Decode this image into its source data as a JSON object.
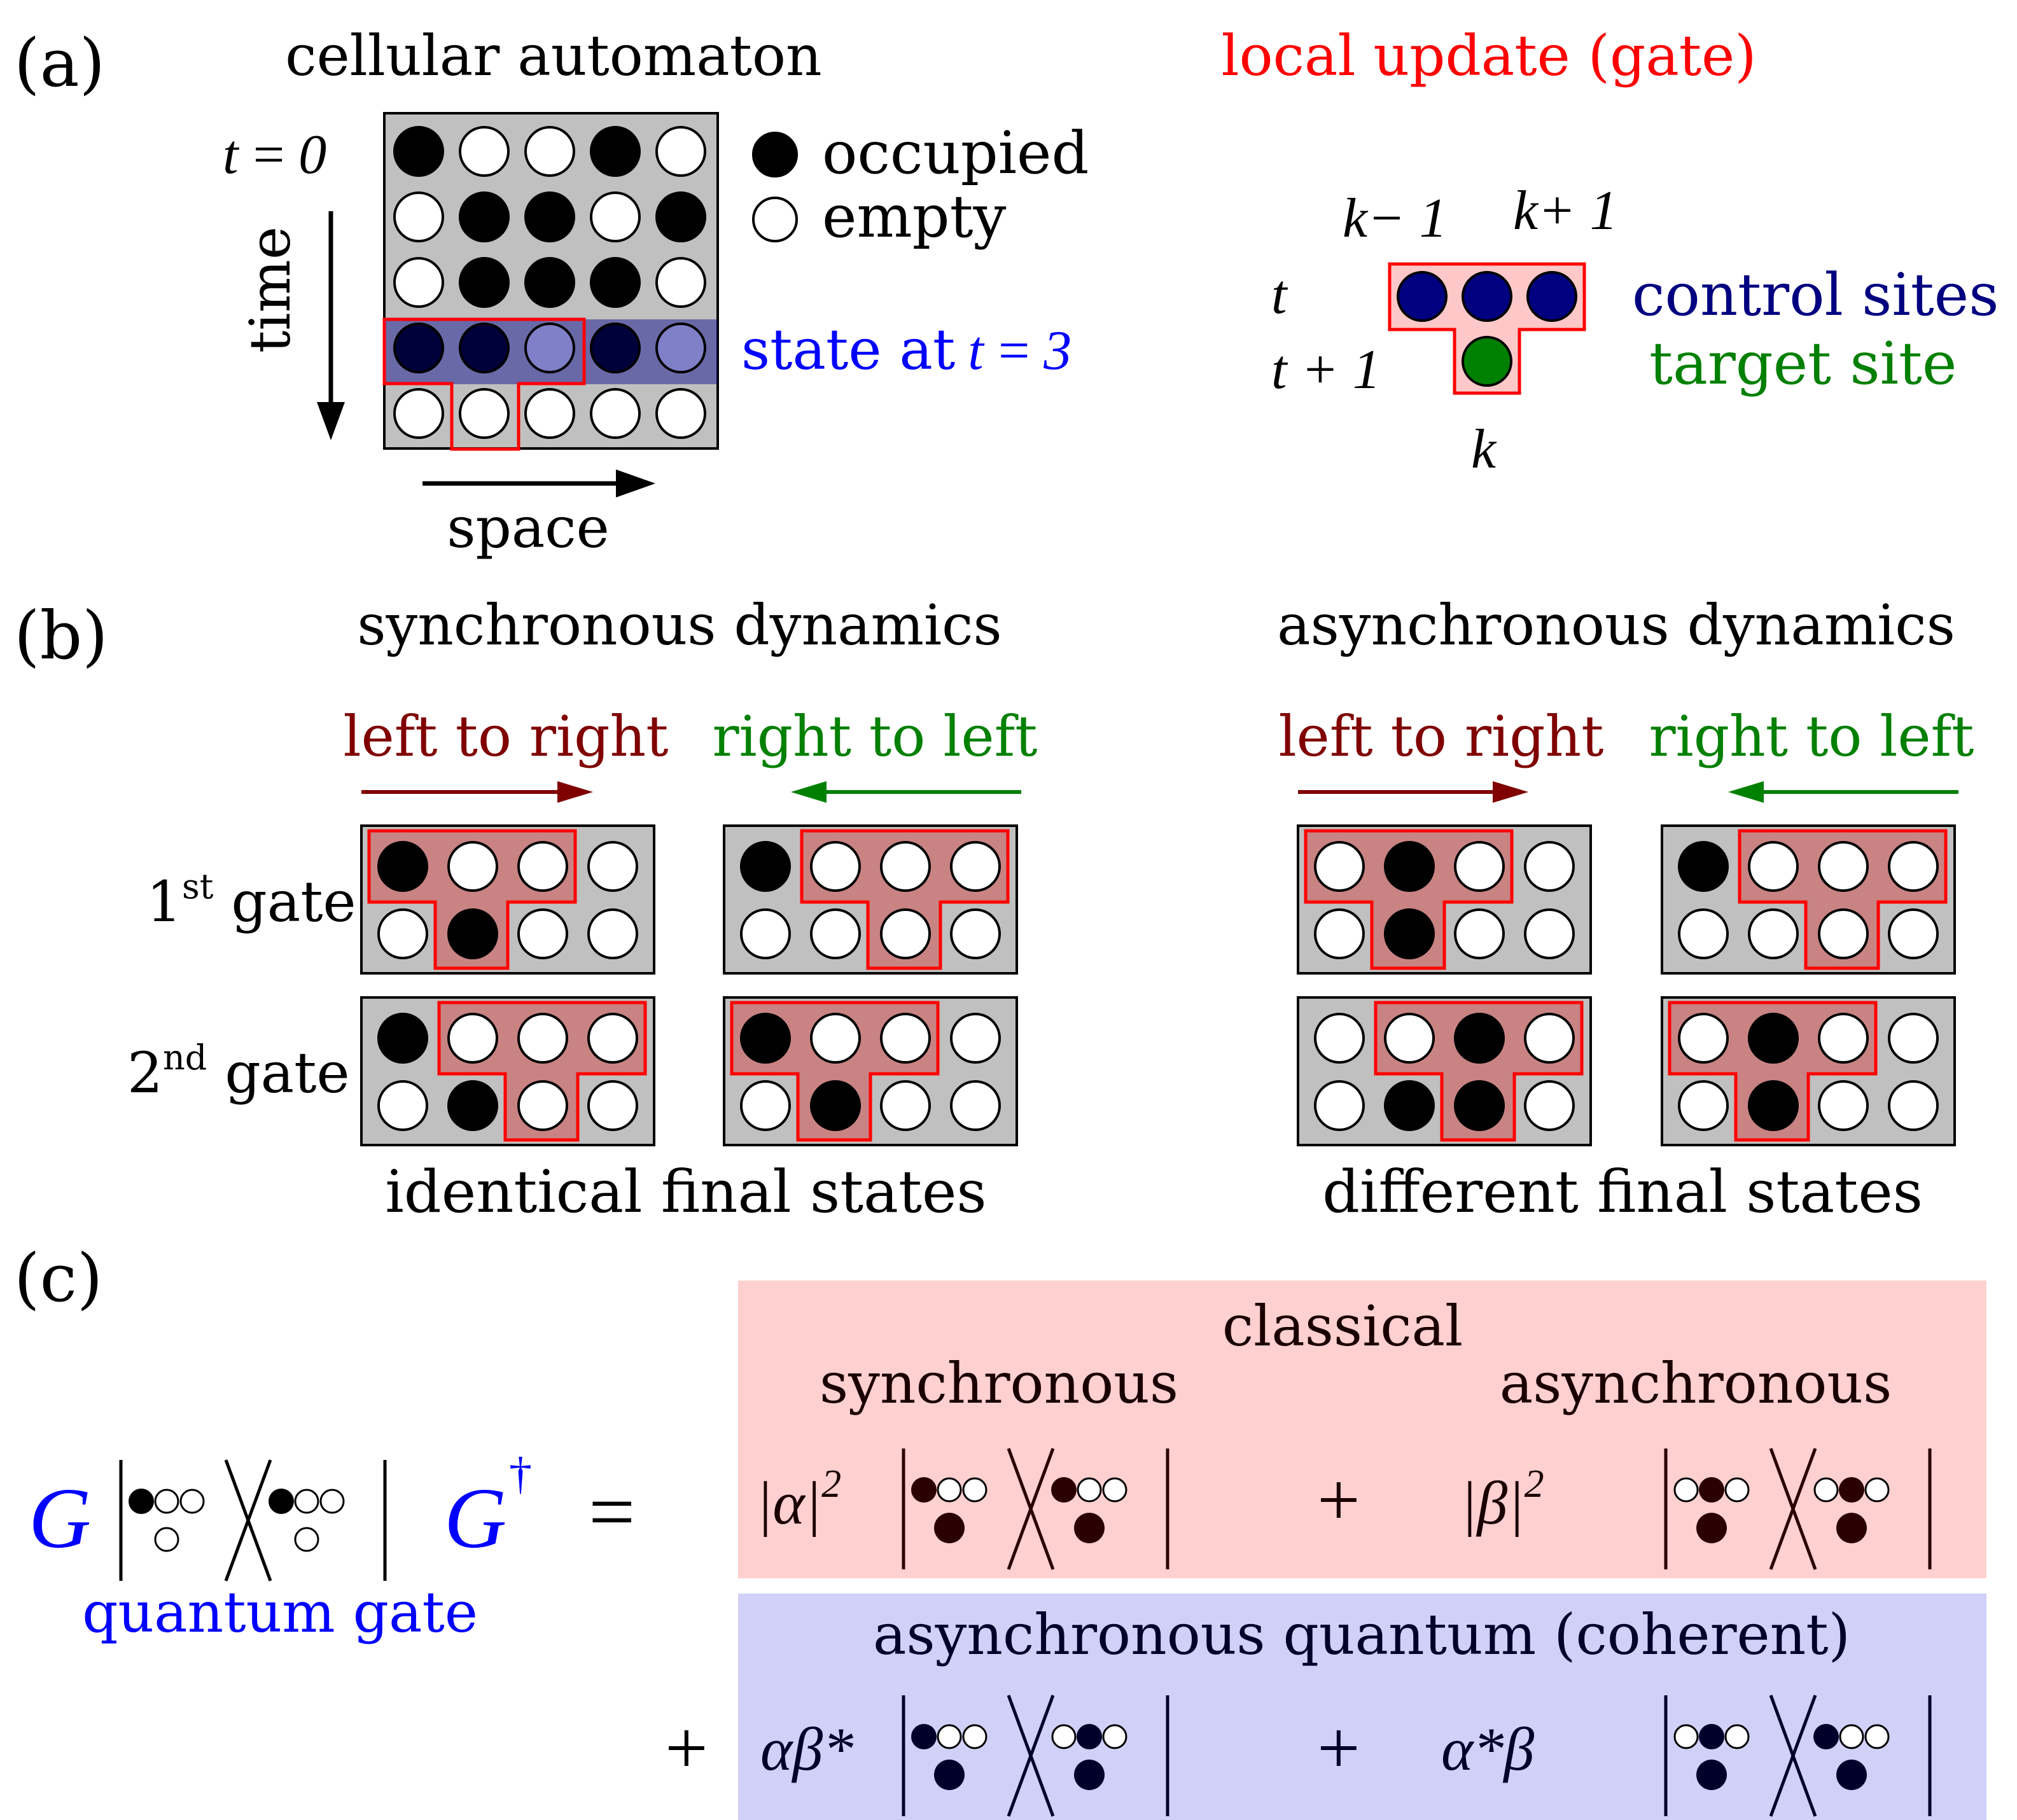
{
  "colors": {
    "gray_panel": "#c0c0c0",
    "gate_fill": "#c98383",
    "gate_border": "#ff0000",
    "red_text": "#ff0000",
    "blue_text": "#0000ff",
    "navy": "#000080",
    "green": "#008000",
    "darkred": "#800000",
    "classical_bg": "#ffd0d0",
    "quantum_bg": "#d0d0f8",
    "classical_dot": "#2a0000",
    "quantum_dot": "#00002a"
  },
  "panel_a": {
    "label": "(a)",
    "title": "cellular automaton",
    "t0_label": "t = 0",
    "time_label": "time",
    "space_label": "space",
    "grid": [
      [
        1,
        0,
        0,
        1,
        0
      ],
      [
        0,
        1,
        1,
        0,
        1
      ],
      [
        0,
        1,
        1,
        1,
        0
      ],
      [
        1,
        1,
        0,
        1,
        0
      ],
      [
        0,
        0,
        0,
        0,
        0
      ]
    ],
    "highlight_row_index": 3,
    "legend": {
      "occupied": "occupied",
      "empty": "empty"
    },
    "state_label": "state at",
    "state_time": "t = 3",
    "gate_title": "local update (gate)",
    "k_minus": "k− 1",
    "k_plus": "k+ 1",
    "k": "k",
    "t": "t",
    "t_plus": "t + 1",
    "control_sites": "control sites",
    "target_site": "target site"
  },
  "panel_b": {
    "label": "(b)",
    "sync_title": "synchronous dynamics",
    "async_title": "asynchronous dynamics",
    "ltr": "left to right",
    "rtl": "right to left",
    "gate1_num": "1",
    "gate1_sup": "st",
    "gate2_num": "2",
    "gate2_sup": "nd",
    "gate_word": " gate",
    "identical": "identical final states",
    "different": "different final states",
    "grids": {
      "sync_ltr_1": [
        [
          1,
          0,
          0,
          0
        ],
        [
          0,
          1,
          0,
          0
        ]
      ],
      "sync_ltr_2": [
        [
          1,
          0,
          0,
          0
        ],
        [
          0,
          1,
          0,
          0
        ]
      ],
      "sync_rtl_1": [
        [
          1,
          0,
          0,
          0
        ],
        [
          0,
          0,
          0,
          0
        ]
      ],
      "sync_rtl_2": [
        [
          1,
          0,
          0,
          0
        ],
        [
          0,
          1,
          0,
          0
        ]
      ],
      "async_ltr_1": [
        [
          0,
          1,
          0,
          0
        ],
        [
          0,
          1,
          0,
          0
        ]
      ],
      "async_ltr_2": [
        [
          0,
          0,
          1,
          0
        ],
        [
          0,
          1,
          1,
          0
        ]
      ],
      "async_rtl_1": [
        [
          1,
          0,
          0,
          0
        ],
        [
          0,
          0,
          0,
          0
        ]
      ],
      "async_rtl_2": [
        [
          0,
          1,
          0,
          0
        ],
        [
          0,
          1,
          0,
          0
        ]
      ]
    }
  },
  "panel_c": {
    "label": "(c)",
    "G": "G",
    "dagger": "†",
    "equals": "=",
    "quantum_gate": "quantum gate",
    "classical": "classical",
    "synchronous": "synchronous",
    "asynchronous": "asynchronous",
    "alpha_sq": "|α|",
    "beta_sq": "|β|",
    "sq": "2",
    "plus": "+",
    "quantum_title": "asynchronous quantum (coherent)",
    "alpha_beta_star": "αβ*",
    "alpha_star_beta": "α*β"
  }
}
